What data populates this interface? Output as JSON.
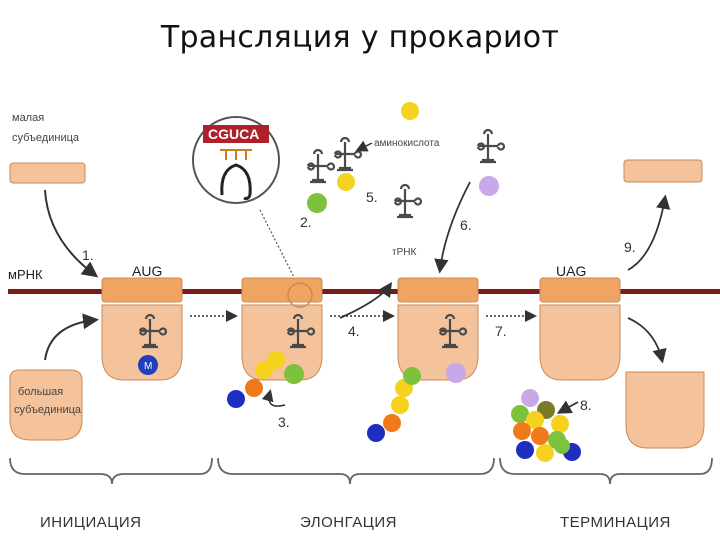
{
  "title": "Трансляция у прокариот",
  "labels": {
    "small_subunit": [
      "малая",
      "субъединица"
    ],
    "large_subunit": [
      "большая",
      "субъединица"
    ],
    "mrna": "мРНК",
    "trna": "тРНК",
    "amino_acid": "аминокислота",
    "start_codon": "AUG",
    "stop_codon": "UAG",
    "codon_zoom": "CGUCA",
    "methionine": "M"
  },
  "steps": [
    "1.",
    "2.",
    "3.",
    "4.",
    "5.",
    "6.",
    "7.",
    "8.",
    "9."
  ],
  "phases": {
    "initiation": "ИНИЦИАЦИЯ",
    "elongation": "ЭЛОНГАЦИЯ",
    "termination": "ТЕРМИНАЦИЯ"
  },
  "colors": {
    "ribosome": "#f4c39b",
    "ribosome_stroke": "#c98a55",
    "subunit_band": "#f0a462",
    "mrna": "#7a1a1a",
    "trna": "#4a4a4a",
    "methionine": "#1f3fbf",
    "zoom_text": "#ffffff",
    "zoom_bg": "#b0202a",
    "amino_acids": [
      "#1e2fbf",
      "#f07a1a",
      "#f5d21e",
      "#7cc23c",
      "#c9a8e8",
      "#7a7a2a"
    ]
  }
}
